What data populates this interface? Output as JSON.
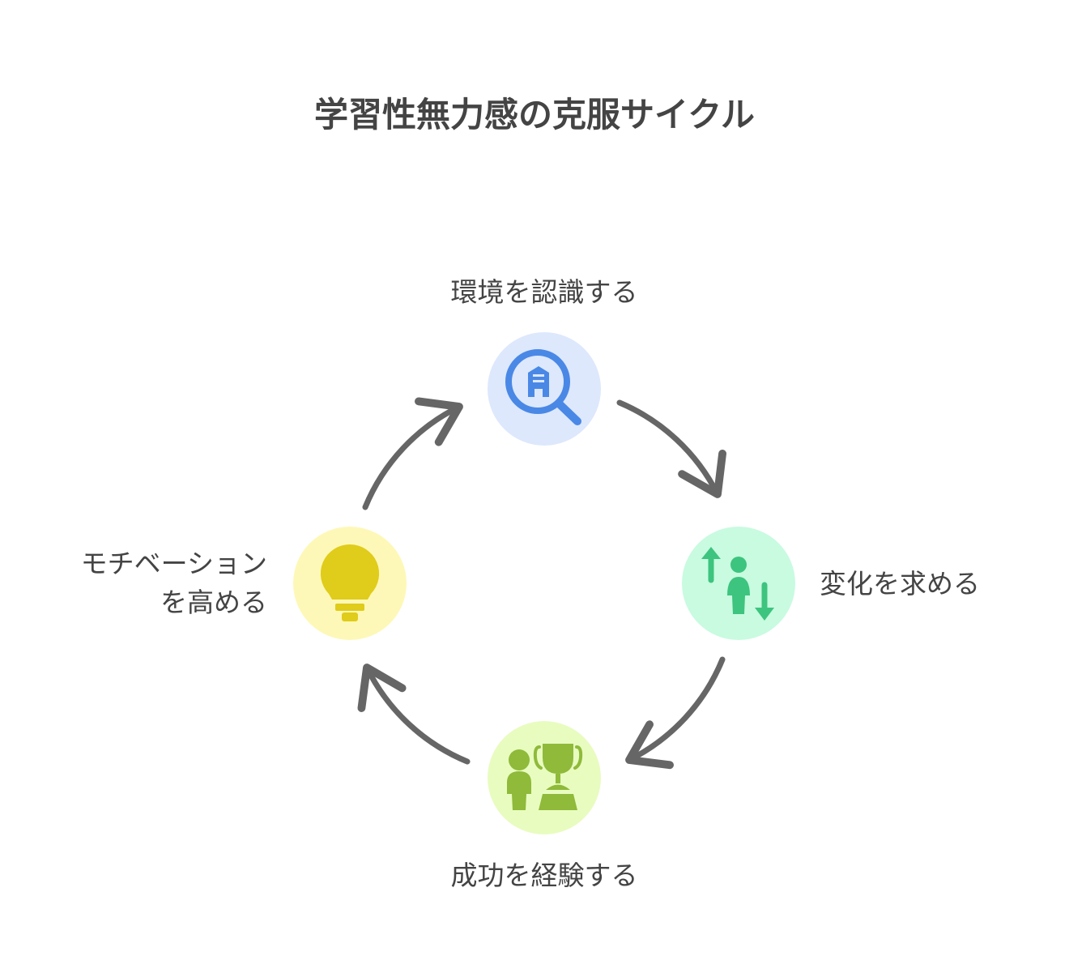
{
  "title": "学習性無力感の克服サイクル",
  "steps": [
    {
      "label": "環境を認識する",
      "icon": "magnifier-building-icon",
      "bg": "#dde8fd",
      "fg": "#4a88e6"
    },
    {
      "label": "変化を求める",
      "icon": "person-up-down-arrows-icon",
      "bg": "#c8fbe0",
      "fg": "#3dc47e"
    },
    {
      "label": "成功を経験する",
      "icon": "person-trophy-icon",
      "bg": "#e8fcc0",
      "fg": "#8fba3a"
    },
    {
      "label_line1": "モチベーション",
      "label_line2": "を高める",
      "icon": "lightbulb-icon",
      "bg": "#fef8b8",
      "fg": "#e0cc1a"
    }
  ],
  "arrow_color": "#666666"
}
